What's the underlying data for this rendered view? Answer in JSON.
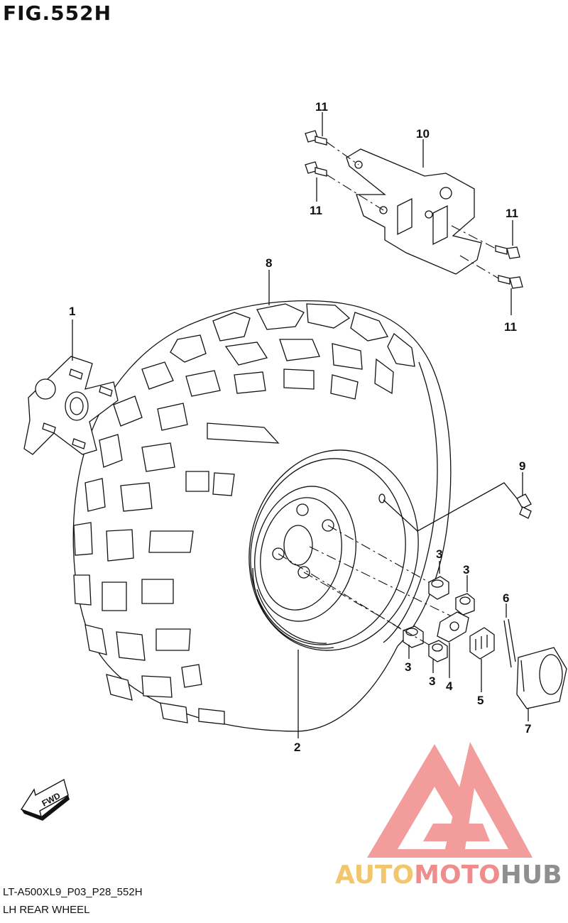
{
  "figure": {
    "title": "FIG.552H",
    "code": "LT-A500XL9_P03_P28_552H",
    "description": "LH REAR WHEEL"
  },
  "callouts": {
    "c1": "1",
    "c2": "2",
    "c3a": "3",
    "c3b": "3",
    "c3c": "3",
    "c3d": "3",
    "c4": "4",
    "c5": "5",
    "c6": "6",
    "c7": "7",
    "c8": "8",
    "c9": "9",
    "c10": "10",
    "c11a": "11",
    "c11b": "11",
    "c11c": "11",
    "c11d": "11"
  },
  "fwd_label": "FWD",
  "watermark": {
    "part1": "AUTO",
    "part2": "MOTO",
    "part3": "HUB",
    "colors": {
      "auto": "#f2c66d",
      "moto": "#ef8d8d",
      "hub": "#8f8f8f",
      "logo": "#f08b8b"
    }
  }
}
